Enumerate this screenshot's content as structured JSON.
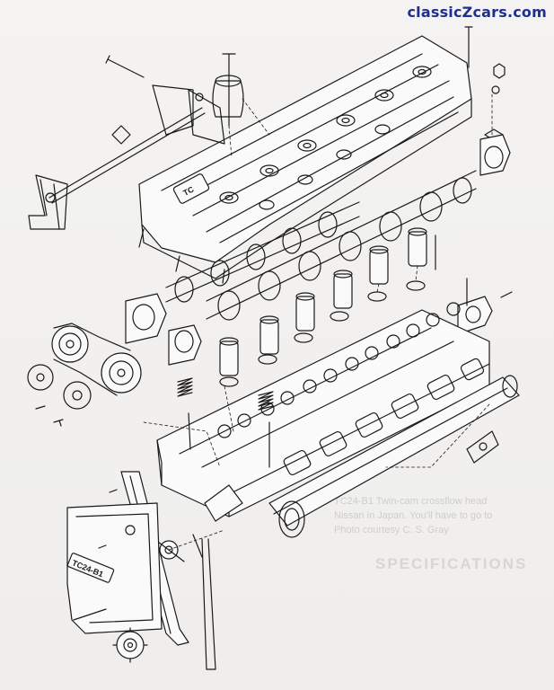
{
  "watermark": {
    "text": "classicZcars.com"
  },
  "diagram": {
    "cam_cover_badge": "TC",
    "timing_cover_label": "TC24-B1"
  },
  "bleed_through": {
    "caption_line_1": "TC24-B1 Twin-cam crossflow head",
    "caption_line_2": "Nissan in Japan. You'll have to go to",
    "caption_line_3": "Photo courtesy C. S. Gray",
    "heading": "SPECIFICATIONS"
  }
}
